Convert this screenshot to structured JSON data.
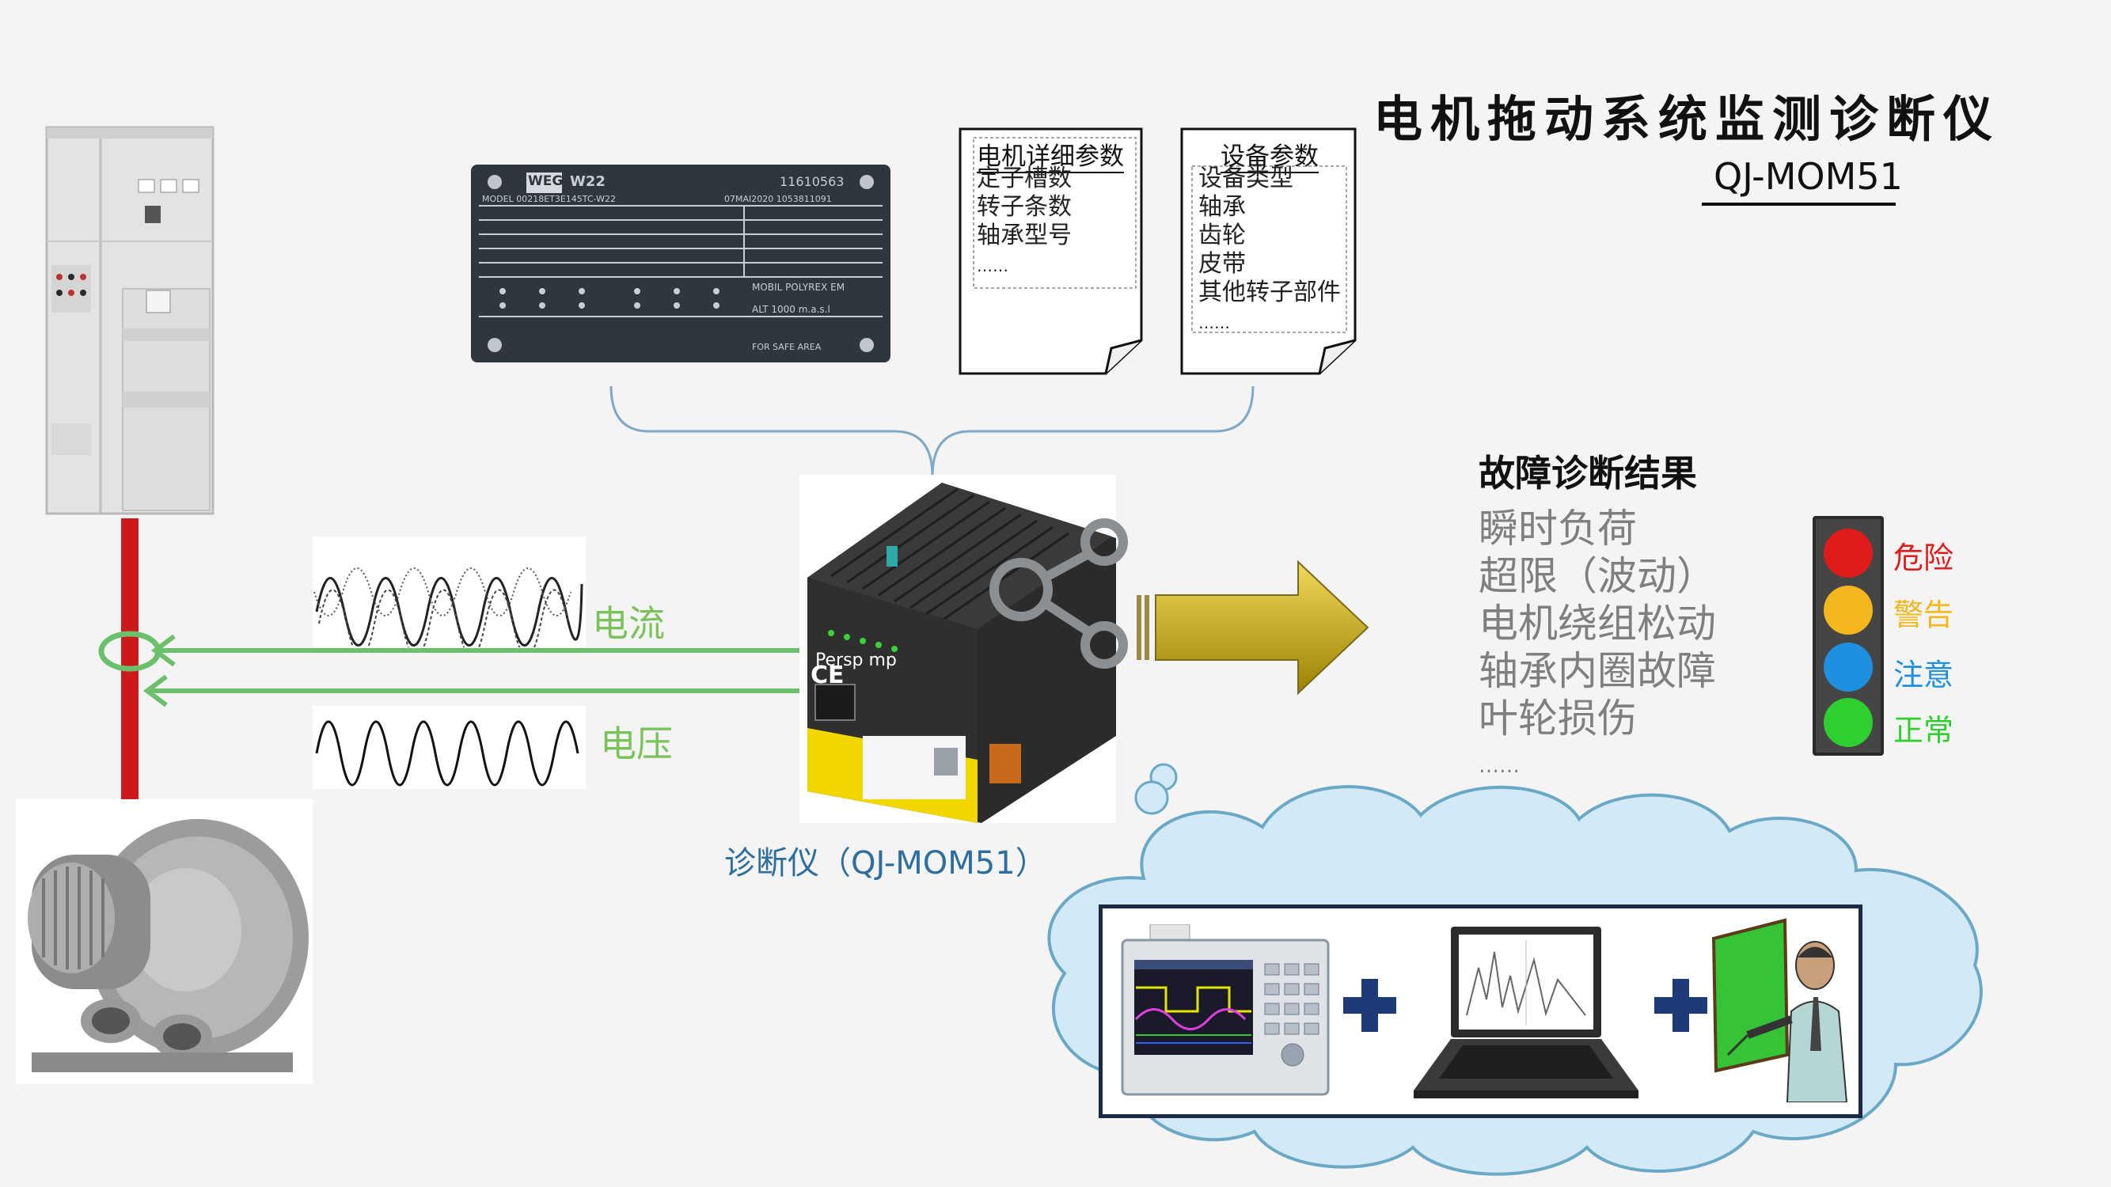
{
  "title": "电机拖动系统监测诊断仪",
  "model": "QJ-MOM51",
  "doc_motor": {
    "heading": "电机详细参数",
    "items": [
      "定子槽数",
      "转子条数",
      "轴承型号",
      "……"
    ]
  },
  "doc_equipment": {
    "heading": "设备参数",
    "items": [
      "设备类型",
      "轴承",
      "齿轮",
      "皮带",
      "其他转子部件",
      "……"
    ]
  },
  "nameplate": {
    "brand": "WEG",
    "model_line": "W22",
    "serial": "11610563",
    "texts": [
      "MODEL 00218ET3E145TC-W22",
      "07MAI2020 1053811091",
      "MOBIL POLYREX EM",
      "ALT 1000 m.a.s.l",
      "FOR SAFE AREA"
    ]
  },
  "signals": {
    "current_label": "电流",
    "voltage_label": "电压"
  },
  "device": {
    "label": "诊断仪（QJ-MOM51）",
    "brand_text": "Persp mp",
    "ce_mark": "CE"
  },
  "fault_results": {
    "title": "故障诊断结果",
    "items": [
      "瞬时负荷",
      "超限（波动）",
      "电机绕组松动",
      "轴承内圈故障",
      "叶轮损伤",
      "……"
    ]
  },
  "traffic_light": [
    {
      "label": "危险",
      "color": "#e01b1b"
    },
    {
      "label": "警告",
      "color": "#f5b81c"
    },
    {
      "label": "注意",
      "color": "#1f8fe0"
    },
    {
      "label": "正常",
      "color": "#2fcf2f"
    }
  ],
  "colors": {
    "power_line": "#cc1a1a",
    "signal_line": "#6cc06c",
    "arrow": "#c9a400",
    "cloud_fill": "#d3eaf6",
    "cloud_stroke": "#6aa8c8",
    "plus": "#1d3b78"
  }
}
